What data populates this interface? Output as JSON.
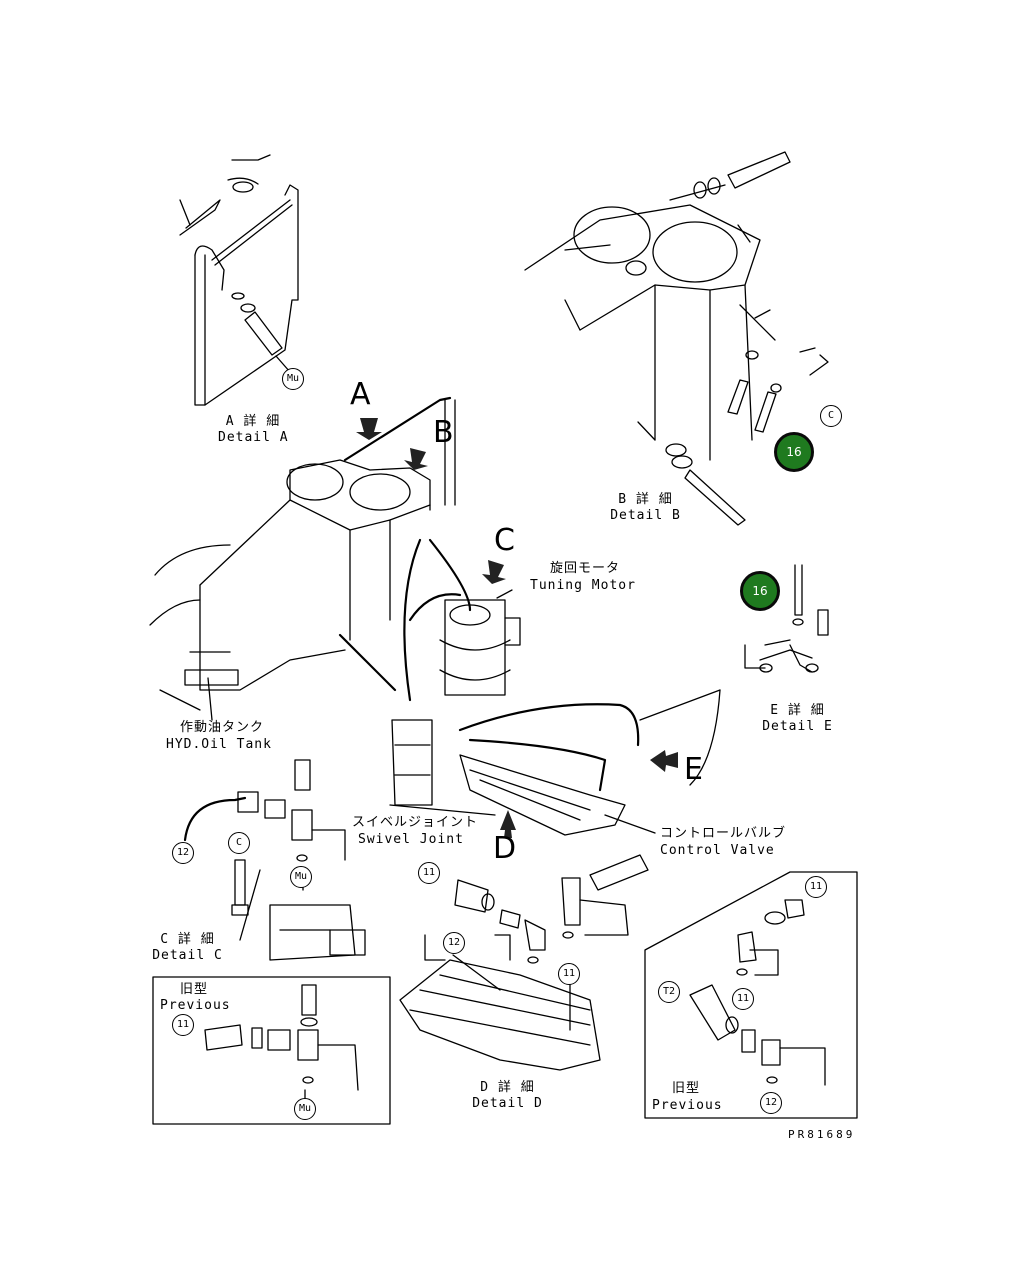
{
  "details": {
    "a": {
      "jp": "A 詳 細",
      "en": "Detail A"
    },
    "b": {
      "jp": "B 詳 細",
      "en": "Detail B"
    },
    "c": {
      "jp": "C 詳 細",
      "en": "Detail C"
    },
    "d": {
      "jp": "D 詳 細",
      "en": "Detail D"
    },
    "e": {
      "jp": "E 詳 細",
      "en": "Detail E"
    }
  },
  "components": {
    "turning_motor": {
      "jp": "旋回モータ",
      "en": "Tuning Motor"
    },
    "hyd_tank": {
      "jp": "作動油タンク",
      "en": "HYD.Oil Tank"
    },
    "swivel_joint": {
      "jp": "スイベルジョイント",
      "en": "Swivel Joint"
    },
    "control_valve": {
      "jp": "コントロールバルブ",
      "en": "Control Valve"
    }
  },
  "previous": {
    "left": {
      "jp": "旧型",
      "en": "Previous"
    },
    "right": {
      "jp": "旧型",
      "en": "Previous"
    }
  },
  "view_letters": {
    "a": "A",
    "b": "B",
    "c": "C",
    "d": "D",
    "e": "E"
  },
  "callouts": {
    "mu": "Mu",
    "n11": "11",
    "n12": "12",
    "t2": "T2",
    "c": "C"
  },
  "hotspots": {
    "first": "16",
    "second": "16"
  },
  "drawing_code": "PR81689",
  "colors": {
    "hotspot": "#1f7a1f",
    "line": "#000000"
  }
}
